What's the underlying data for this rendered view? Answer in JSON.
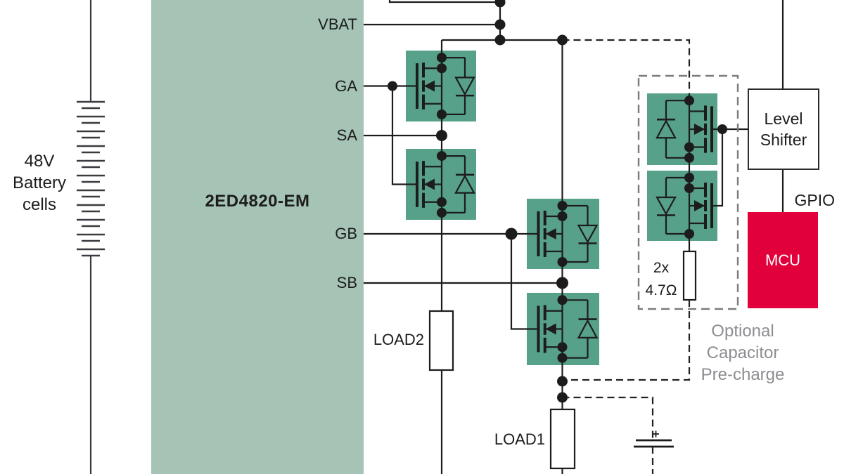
{
  "colors": {
    "block_green": "#a6c4b6",
    "cell_green": "#57a08a",
    "mcu_red": "#e2003c",
    "wire": "#1c1c1c",
    "battery_line": "#3a3a40",
    "muted_text": "#8d8d92",
    "box_border": "#2b2b2b",
    "dashed_box": "#7c7c80"
  },
  "chip": {
    "label": "2ED4820-EM",
    "pins": {
      "vbat": "VBAT",
      "ga": "GA",
      "sa": "SA",
      "gb": "GB",
      "sb": "SB"
    }
  },
  "battery": {
    "line1": "48V",
    "line2": "Battery",
    "line3": "cells"
  },
  "loads": {
    "load1": "LOAD1",
    "load2": "LOAD2"
  },
  "level_shifter": {
    "line1": "Level",
    "line2": "Shifter"
  },
  "mcu": {
    "label": "MCU",
    "gpio": "GPIO"
  },
  "precharge": {
    "resistor_qty": "2x",
    "resistor_value": "4.7Ω",
    "note_line1": "Optional",
    "note_line2": "Capacitor",
    "note_line3": "Pre-charge"
  }
}
